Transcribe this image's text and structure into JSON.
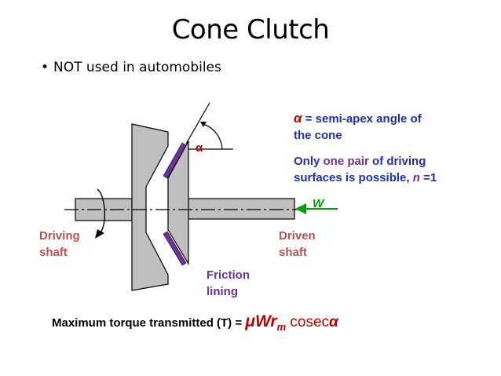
{
  "title": "Cone Clutch",
  "bullet": "NOT used in automobiles",
  "alpha_def": {
    "symbol": "α",
    "text_line1": " = semi-apex angle of",
    "text_line2": "the cone"
  },
  "pairs": {
    "p1": "Only ",
    "p2": "one pair",
    "p3": " of driving",
    "line2_text": "surfaces is possible, ",
    "n_var": "n",
    "n_eq": " =1"
  },
  "w_label": "W",
  "alpha_label": "α",
  "driving_shaft": {
    "line1": "Driving",
    "line2": "shaft"
  },
  "driven_shaft": {
    "line1": "Driven",
    "line2": "shaft"
  },
  "friction_lining": {
    "line1": "Friction",
    "line2": "lining"
  },
  "formula": {
    "prefix": "Maximum torque transmitted (T) = ",
    "expr_main": "μWr",
    "expr_sub": "m",
    "cosec_text": " cosec",
    "cosec_sym": "α"
  },
  "colors": {
    "part_fill": "#bfbfbf",
    "lining": "#7030a0",
    "arrow_green": "#00a000",
    "label_red": "#c0504d",
    "text_blue": "#1f2fb4",
    "formula_red": "#c00000"
  }
}
